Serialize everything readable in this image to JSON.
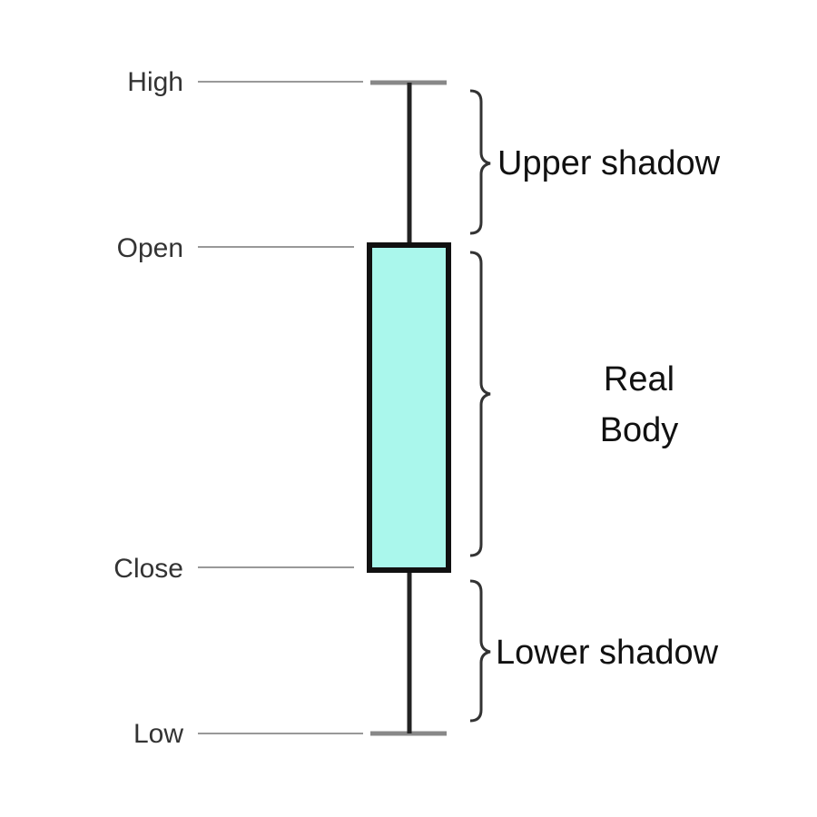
{
  "levels": {
    "high": "High",
    "open": "Open",
    "close": "Close",
    "low": "Low"
  },
  "annotations": {
    "upper_shadow": "Upper shadow",
    "real_body_line1": "Real",
    "real_body_line2": "Body",
    "lower_shadow": "Lower shadow"
  },
  "colors": {
    "body_fill": "#aaf7ec",
    "stroke": "#111111",
    "guide": "#999999"
  }
}
